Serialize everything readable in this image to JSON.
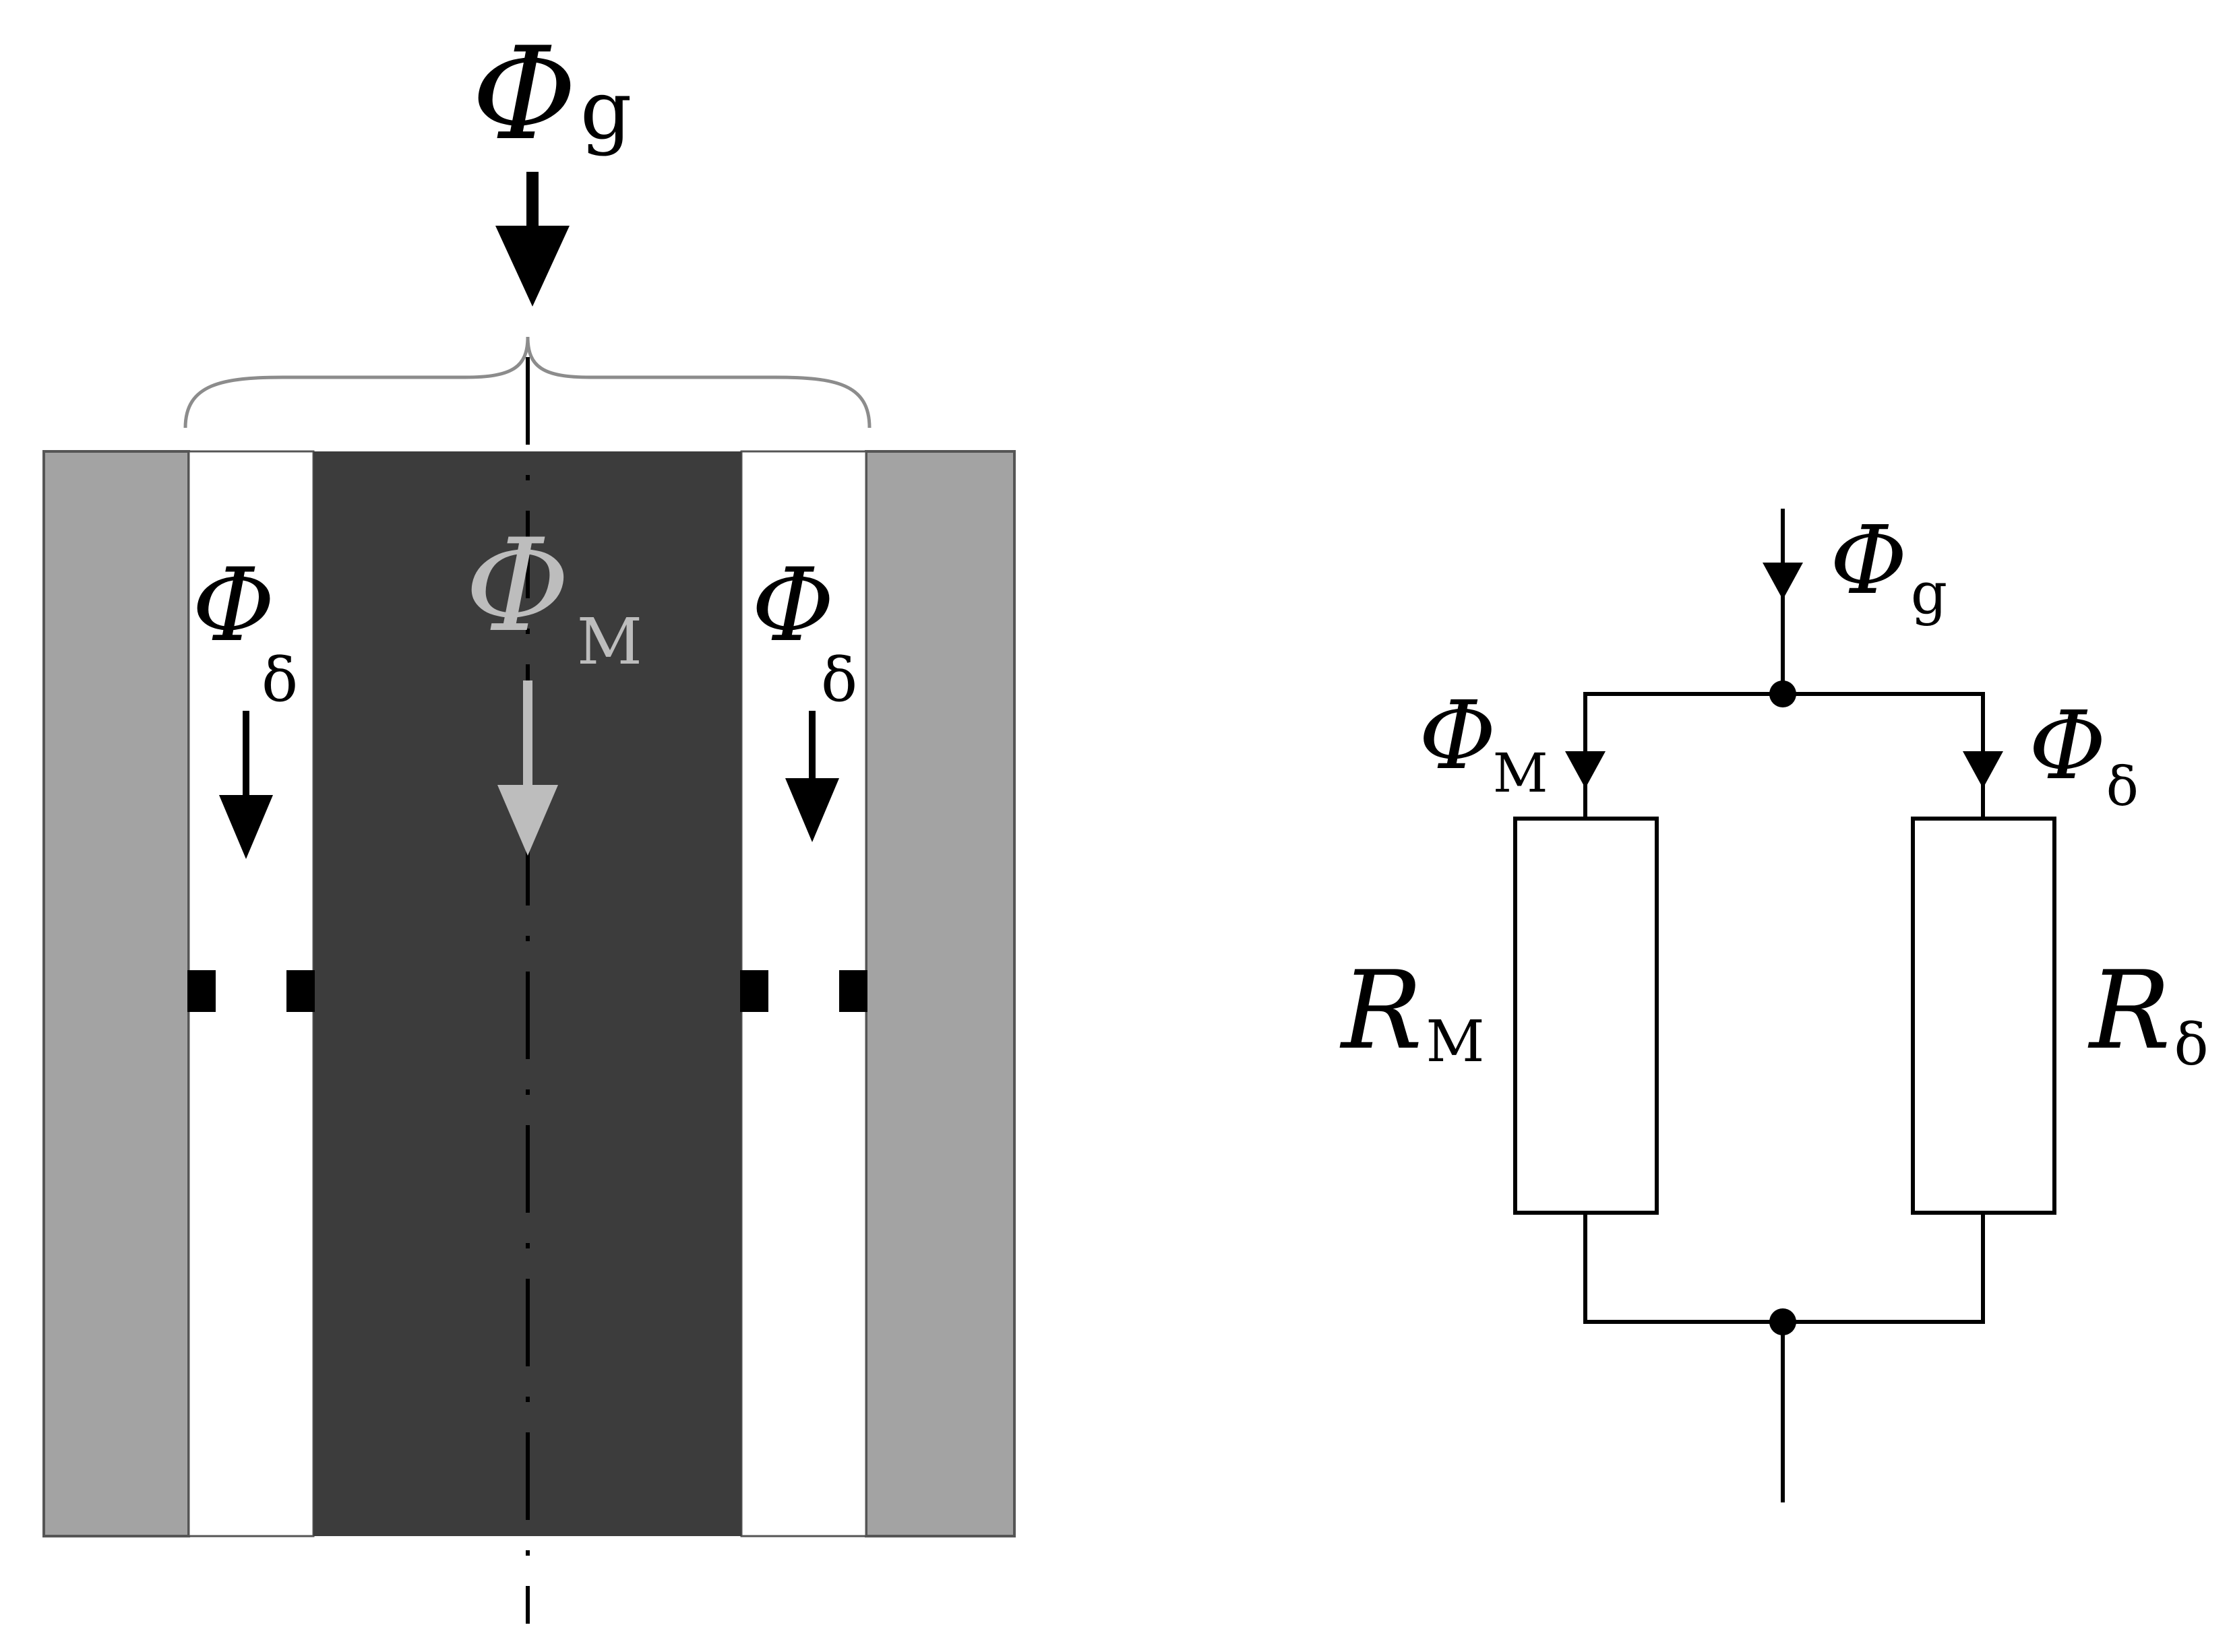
{
  "colors": {
    "outer_wall": "#a3a3a3",
    "gap": "#ffffff",
    "core": "#3c3c3c",
    "line": "#000000",
    "core_arrow": "#bdbdbd",
    "brace": "#8c8c8c",
    "bg": "#ffffff"
  },
  "left": {
    "total_flux": {
      "symbol": "Φ",
      "sub": "g"
    },
    "core_flux": {
      "symbol": "Φ",
      "sub": "M"
    },
    "gap_flux_left": {
      "symbol": "Φ",
      "sub": "δ"
    },
    "gap_flux_right": {
      "symbol": "Φ",
      "sub": "δ"
    }
  },
  "right": {
    "input_flux": {
      "symbol": "Φ",
      "sub": "g"
    },
    "branch_m_flux": {
      "symbol": "Φ",
      "sub": "M"
    },
    "branch_d_flux": {
      "symbol": "Φ",
      "sub": "δ"
    },
    "resistor_m": {
      "symbol": "R",
      "sub": "M"
    },
    "resistor_d": {
      "symbol": "R",
      "sub": "δ"
    }
  }
}
